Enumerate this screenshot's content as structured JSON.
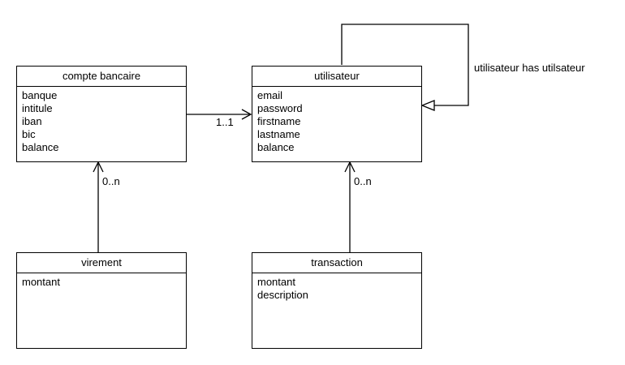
{
  "classes": {
    "compte_bancaire": {
      "name": "compte bancaire",
      "attributes": [
        "banque",
        "intitule",
        "iban",
        "bic",
        "balance"
      ]
    },
    "utilisateur": {
      "name": "utilisateur",
      "attributes": [
        "email",
        "password",
        "firstname",
        "lastname",
        "balance"
      ]
    },
    "virement": {
      "name": "virement",
      "attributes": [
        "montant"
      ]
    },
    "transaction": {
      "name": "transaction",
      "attributes": [
        "montant",
        "description"
      ]
    }
  },
  "relations": {
    "compte_to_utilisateur": {
      "multiplicity": "1..1"
    },
    "virement_to_compte": {
      "multiplicity": "0..n"
    },
    "transaction_to_utilisateur": {
      "multiplicity": "0..n"
    },
    "utilisateur_self": {
      "label": "utilisateur has utilsateur"
    }
  }
}
